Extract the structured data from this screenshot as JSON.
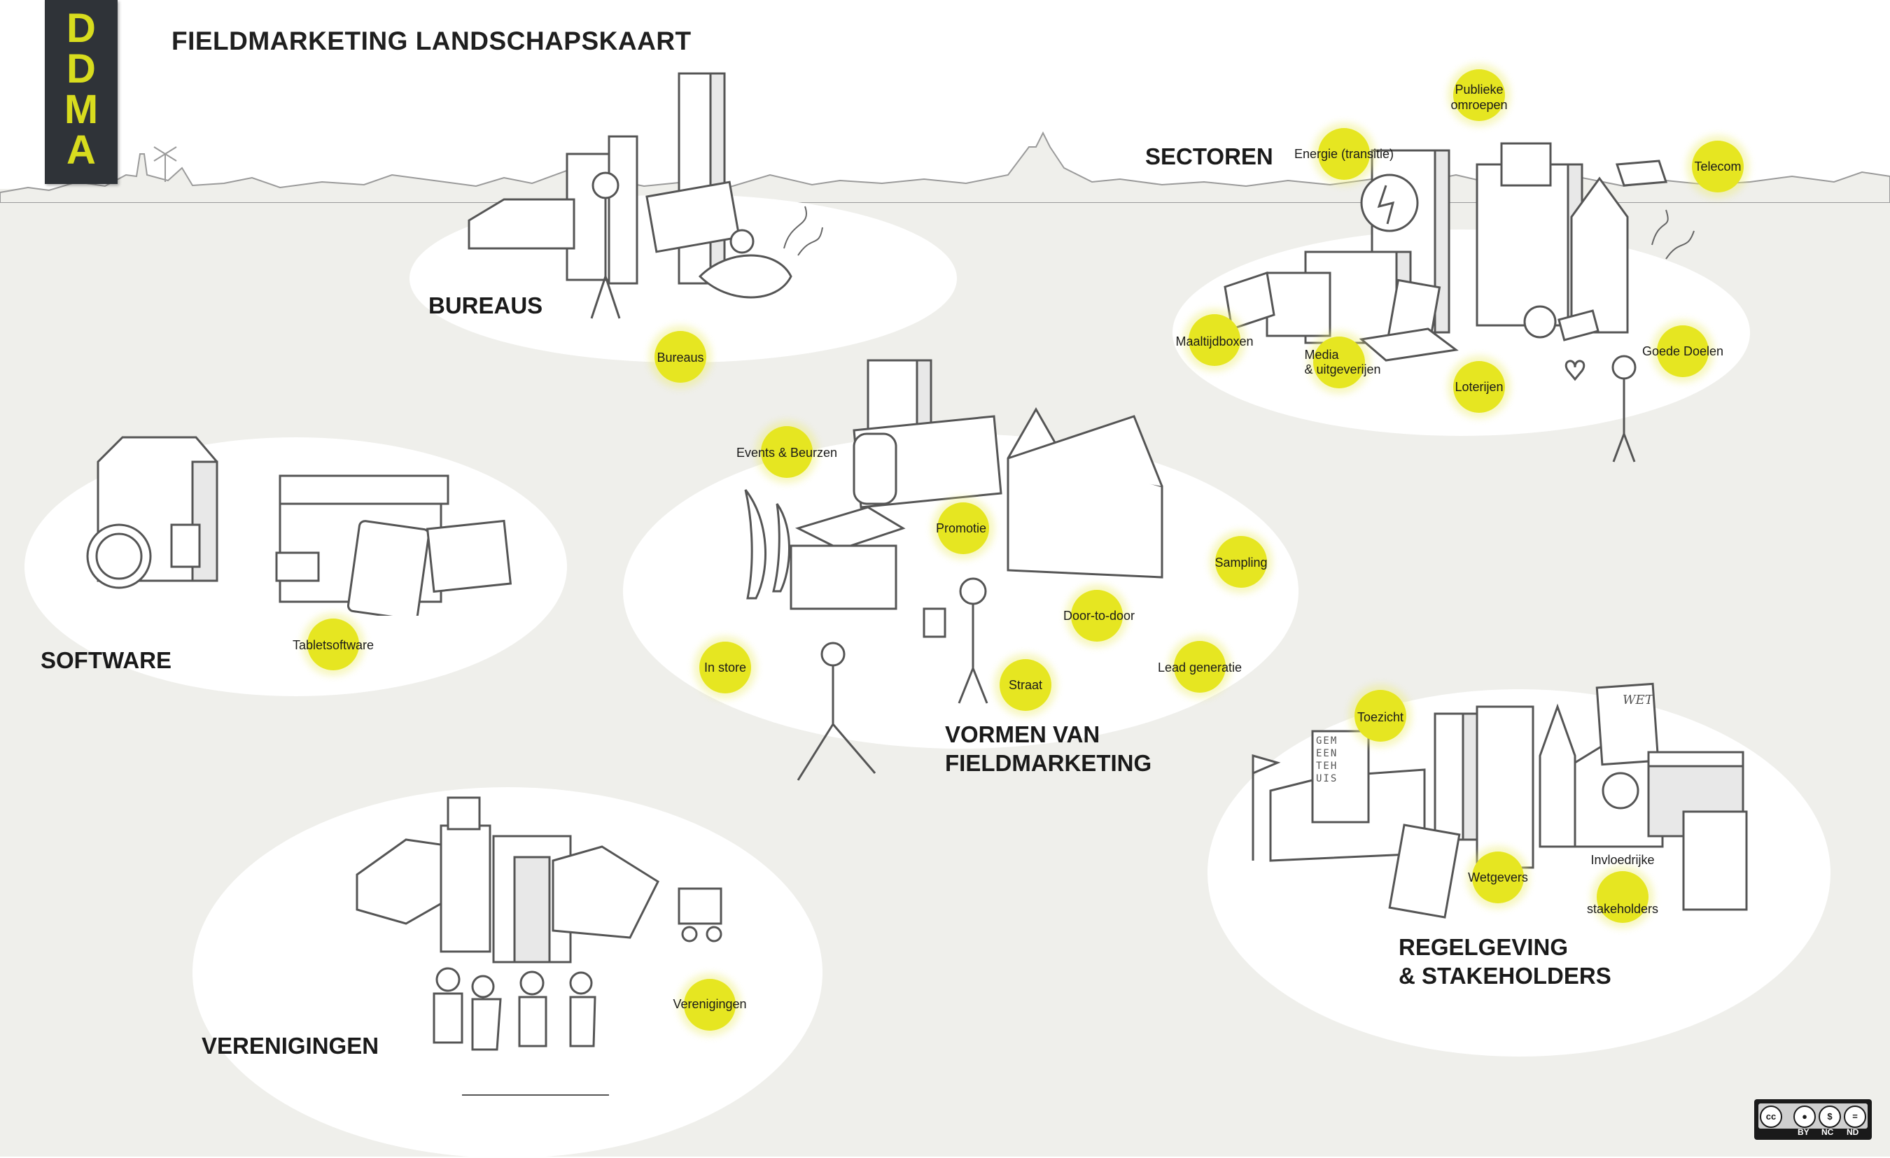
{
  "header": {
    "title": "FIELDMARKETING LANDSCHAPSKAART",
    "logo_text": "DDMA",
    "logo_letters": [
      "D",
      "D",
      "M",
      "A"
    ]
  },
  "colors": {
    "accent": "#e6e621",
    "ground": "#efefeb",
    "logo_bg": "#2f3338",
    "logo_fg": "#d8dc1e"
  },
  "zones": {
    "bureaus": {
      "label": "BUREAUS",
      "tags": [
        "Bureaus"
      ]
    },
    "sectoren": {
      "label": "SECTOREN",
      "tags": [
        "Publieke omroepen",
        "Energie (transitie)",
        "Telecom",
        "Maaltijdboxen",
        "Media & uitgeverijen",
        "Loterijen",
        "Goede Doelen"
      ]
    },
    "software": {
      "label": "SOFTWARE",
      "tags": [
        "Tabletsoftware"
      ]
    },
    "vormen": {
      "label_line1": "VORMEN VAN",
      "label_line2": "FIELDMARKETING",
      "tags": [
        "Events & Beurzen",
        "Promotie",
        "Sampling",
        "Door-to-door",
        "In store",
        "Straat",
        "Lead generatie"
      ]
    },
    "regelgeving": {
      "label_line1": "REGELGEVING",
      "label_line2": "& STAKEHOLDERS",
      "tags": [
        "Toezicht",
        "Wetgevers",
        "Invloedrijke stakeholders"
      ]
    },
    "verenigingen": {
      "label": "VERENIGINGEN",
      "tags": [
        "Verenigingen"
      ]
    }
  },
  "tag_text": {
    "publieke_omroepen_1": "Publieke",
    "publieke_omroepen_2": "omroepen",
    "media_1": "Media",
    "media_2": "& uitgeverijen",
    "invloedrijke_1": "Invloedrijke",
    "invloedrijke_2": "stakeholders"
  },
  "license": {
    "badges": [
      "cc",
      "BY",
      "NC",
      "ND"
    ]
  },
  "sketch_text": {
    "tegel": "GEM EEN TEH UIS",
    "wet": "WET"
  }
}
